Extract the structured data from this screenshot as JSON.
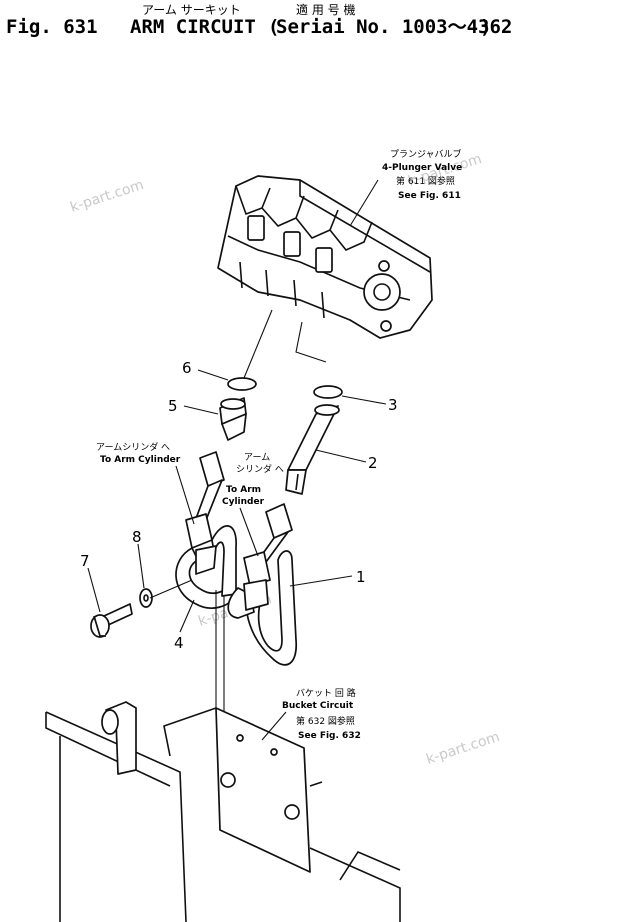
{
  "title": {
    "fig_label": "Fig. 631",
    "name": "ARM CIRCUIT",
    "name_jp": "アーム サーキット",
    "serial_jp": "適 用 号 機",
    "serial": "Seriai No. 1003～4362"
  },
  "callouts": [
    {
      "number": "1"
    },
    {
      "number": "2"
    },
    {
      "number": "3"
    },
    {
      "number": "4"
    },
    {
      "number": "5"
    },
    {
      "number": "6"
    },
    {
      "number": "7"
    },
    {
      "number": "8"
    }
  ],
  "notes": {
    "valve_jp": "プランジャバルブ",
    "valve_en": "4-Plunger Valve",
    "valve_ref_jp": "第 611 図参照",
    "valve_ref_en": "See Fig. 611",
    "arm_cyl_left_jp": "アームシリンダ へ",
    "arm_cyl_left_en": "To Arm Cylinder",
    "arm_cyl_right_jp1": "アーム",
    "arm_cyl_right_jp2": "シリンダ へ",
    "arm_cyl_right_en1": "To Arm",
    "arm_cyl_right_en2": "Cylinder",
    "bucket_jp": "バケット 回 路",
    "bucket_en": "Bucket Circuit",
    "bucket_ref_jp": "第 632 図参照",
    "bucket_ref_en": "See Fig. 632"
  },
  "watermarks": [
    "k-part.com",
    "k-part.com",
    "k-part.com",
    "k-part.com"
  ]
}
